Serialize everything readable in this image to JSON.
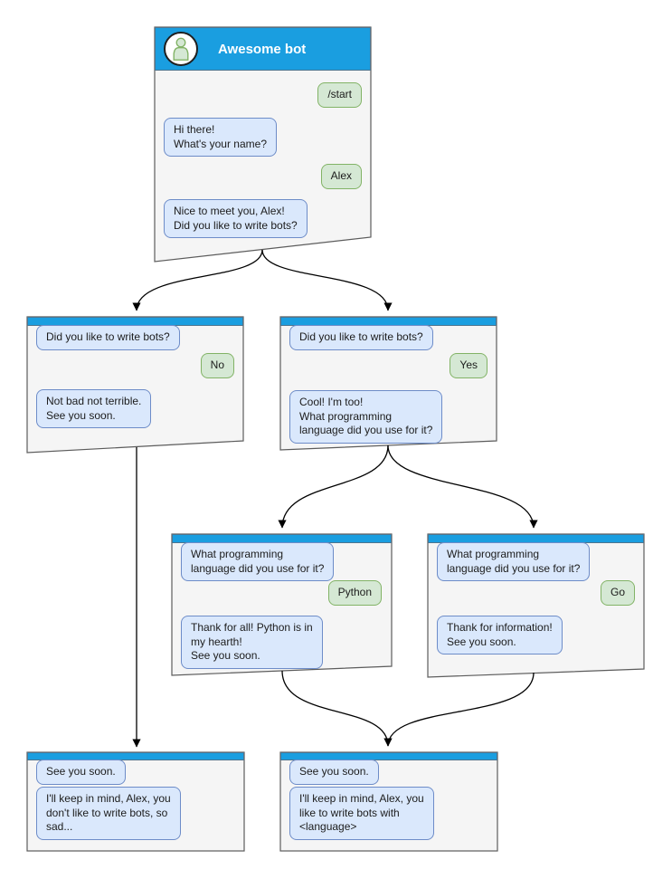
{
  "diagram": {
    "colors": {
      "header_blue": "#1a9ee0",
      "window_fill": "#f5f5f5",
      "window_border": "#5c5c5c",
      "bot_bubble_fill": "#dae8fc",
      "bot_bubble_border": "#6d8cc8",
      "user_bubble_fill": "#d5e8d4",
      "user_bubble_border": "#82b366",
      "arrow": "#000000"
    },
    "windows": [
      {
        "id": "main",
        "title": "Awesome bot",
        "avatar_icon": "user-icon",
        "messages": [
          {
            "side": "user",
            "text": "/start"
          },
          {
            "side": "bot",
            "text": "Hi there!\nWhat's your name?"
          },
          {
            "side": "user",
            "text": "Alex"
          },
          {
            "side": "bot",
            "text": "Nice to meet you, Alex!\nDid you like to write bots?"
          }
        ]
      },
      {
        "id": "branch-no",
        "messages": [
          {
            "side": "bot",
            "text": "Did you like to write bots?"
          },
          {
            "side": "user",
            "text": "No"
          },
          {
            "side": "bot",
            "text": "Not bad not terrible.\nSee you soon."
          }
        ]
      },
      {
        "id": "branch-yes",
        "messages": [
          {
            "side": "bot",
            "text": "Did you like to write bots?"
          },
          {
            "side": "user",
            "text": "Yes"
          },
          {
            "side": "bot",
            "text": "Cool! I'm too!\nWhat programming\nlanguage did you use for it?"
          }
        ]
      },
      {
        "id": "branch-python",
        "messages": [
          {
            "side": "bot",
            "text": "What programming\nlanguage did you use for it?"
          },
          {
            "side": "user",
            "text": "Python"
          },
          {
            "side": "bot",
            "text": "Thank for all! Python is in\nmy hearth!\nSee you soon."
          }
        ]
      },
      {
        "id": "branch-go",
        "messages": [
          {
            "side": "bot",
            "text": "What programming\nlanguage did you use for it?"
          },
          {
            "side": "user",
            "text": "Go"
          },
          {
            "side": "bot",
            "text": "Thank for information!\nSee you soon."
          }
        ]
      },
      {
        "id": "end-no",
        "messages": [
          {
            "side": "bot",
            "text": "See you soon."
          },
          {
            "side": "bot",
            "text": "I'll keep in mind, Alex, you\ndon't like to write bots, so\nsad..."
          }
        ]
      },
      {
        "id": "end-yes",
        "messages": [
          {
            "side": "bot",
            "text": "See you soon."
          },
          {
            "side": "bot",
            "text": "I'll keep in mind, Alex, you\nlike to write bots with\n<language>"
          }
        ]
      }
    ]
  }
}
